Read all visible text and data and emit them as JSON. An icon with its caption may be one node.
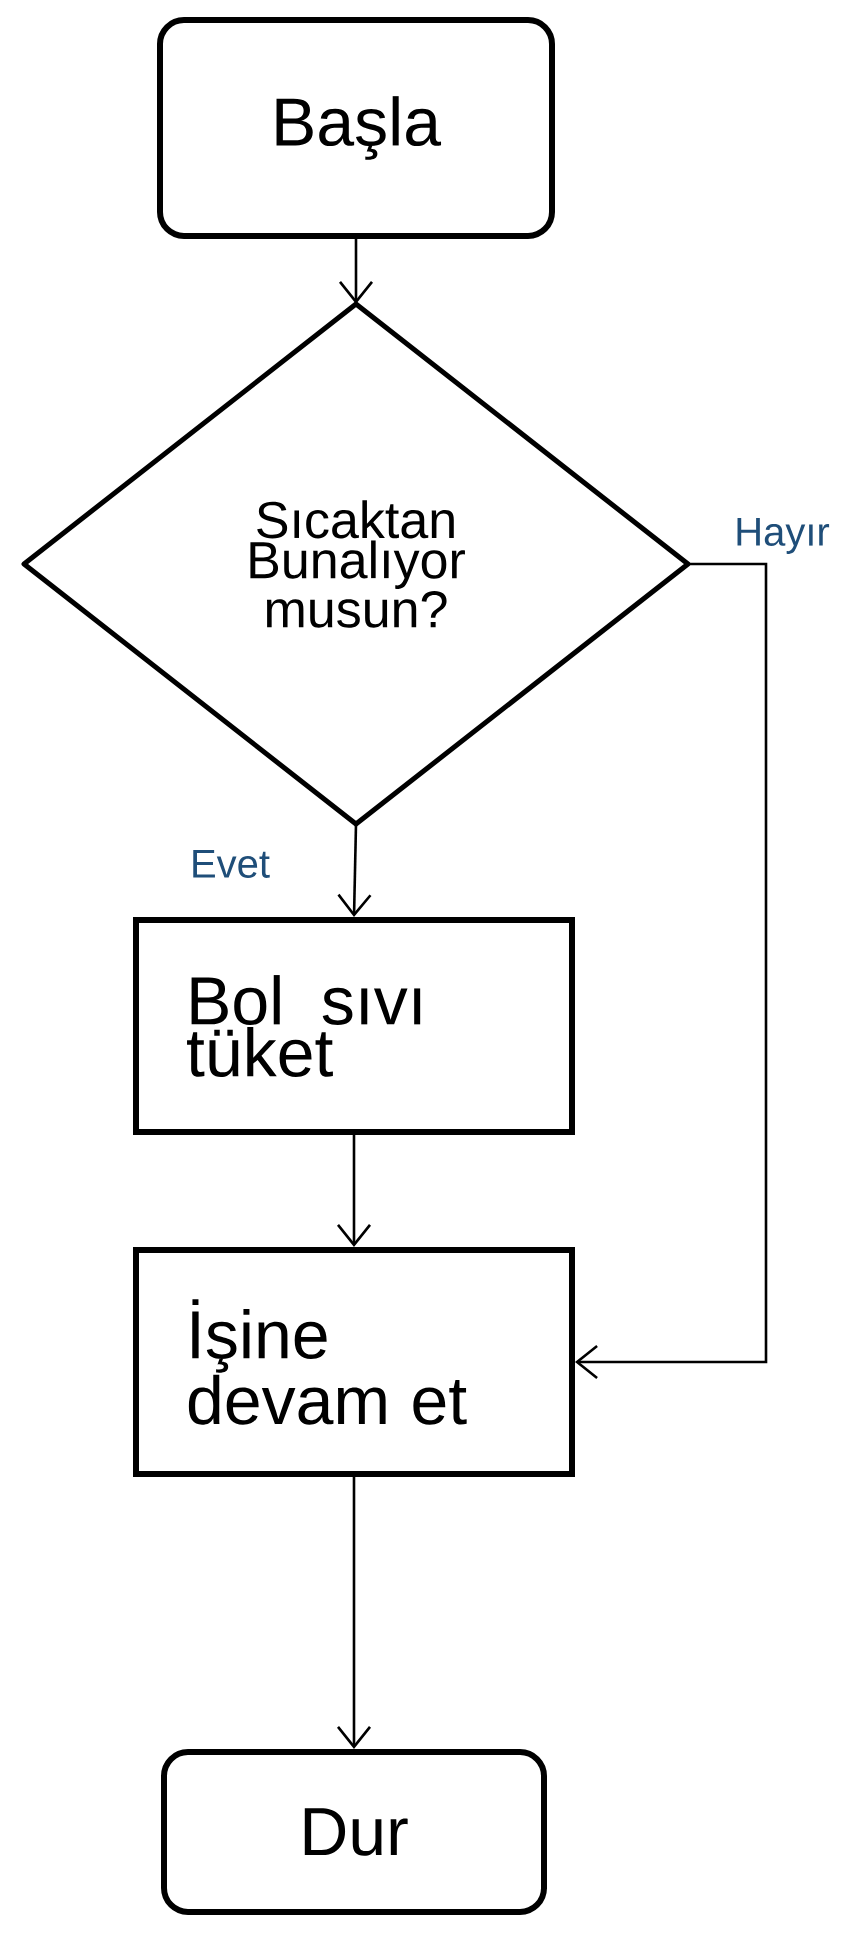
{
  "diagram": {
    "nodes": [
      {
        "text": [
          "Başla"
        ]
      },
      {
        "text": [
          "Sıcaktan Bunalıyor musun?"
        ]
      },
      {
        "text": [
          "Bol sıvı tüket"
        ]
      },
      {
        "text": [
          "İşine devam et"
        ]
      },
      {
        "text": [
          "Dur"
        ]
      }
    ],
    "edges": [
      {
        "from": 0,
        "to": 1,
        "arrow": "to"
      },
      {
        "from": 1,
        "to": 2,
        "arrow": "to",
        "label": "Evet"
      },
      {
        "from": 1,
        "to": 3,
        "arrow": "to",
        "label": "Hayır"
      },
      {
        "from": 2,
        "to": 3,
        "arrow": "to"
      },
      {
        "from": 3,
        "to": 4,
        "arrow": "to"
      }
    ]
  }
}
